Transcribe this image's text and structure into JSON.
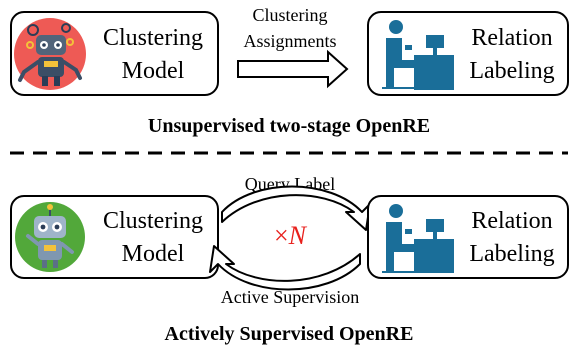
{
  "top": {
    "clustering_box": {
      "line1": "Clustering",
      "line2": "Model"
    },
    "arrow_label": {
      "line1": "Clustering",
      "line2": "Assignments"
    },
    "relation_box": {
      "line1": "Relation",
      "line2": "Labeling"
    },
    "caption": "Unsupervised two-stage OpenRE"
  },
  "bottom": {
    "clustering_box": {
      "line1": "Clustering",
      "line2": "Model"
    },
    "query_label": "Query Label",
    "iteration_prefix": "×",
    "iteration_var": "N",
    "supervision_label": "Active Supervision",
    "relation_box": {
      "line1": "Relation",
      "line2": "Labeling"
    },
    "caption": "Actively Supervised OpenRE"
  },
  "colors": {
    "line": "#000000",
    "iteration_text": "#e8201c",
    "labeler_blue": "#1a6e99",
    "robot_top_bg": "#ee5a55",
    "robot_bottom_bg": "#52a83a"
  },
  "icons": {
    "top_robot": "gear-headed-robot-icon",
    "bottom_robot": "friendly-robot-icon",
    "labeler": "person-at-desk-icon"
  }
}
